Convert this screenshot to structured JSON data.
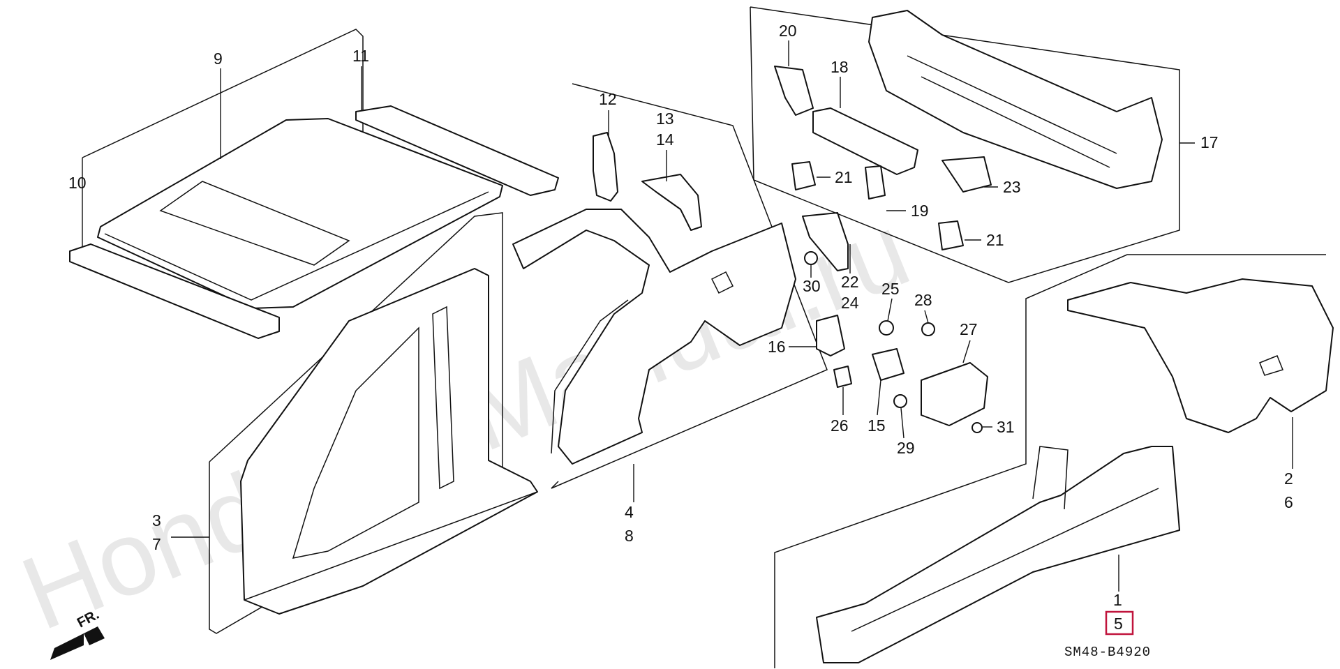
{
  "watermark": "HondaCarManual.ru",
  "diagram_code": "SM48-B4920",
  "highlighted_callout": "5",
  "front_arrow_label": "FR.",
  "colors": {
    "highlight_box": "#c0143c",
    "ink": "#111111",
    "watermark": "#e8e8e8"
  },
  "callouts": {
    "c1": "1",
    "c2": "2",
    "c3": "3",
    "c4": "4",
    "c6": "6",
    "c7": "7",
    "c8": "8",
    "c9": "9",
    "c10": "10",
    "c11": "11",
    "c12": "12",
    "c13": "13",
    "c14": "14",
    "c15": "15",
    "c16": "16",
    "c17": "17",
    "c18": "18",
    "c19": "19",
    "c20": "20",
    "c21a": "21",
    "c21b": "21",
    "c22": "22",
    "c23": "23",
    "c24": "24",
    "c25": "25",
    "c26": "26",
    "c27": "27",
    "c28": "28",
    "c29": "29",
    "c30": "30",
    "c31": "31"
  },
  "icons": [
    "front-direction-arrow-icon"
  ]
}
